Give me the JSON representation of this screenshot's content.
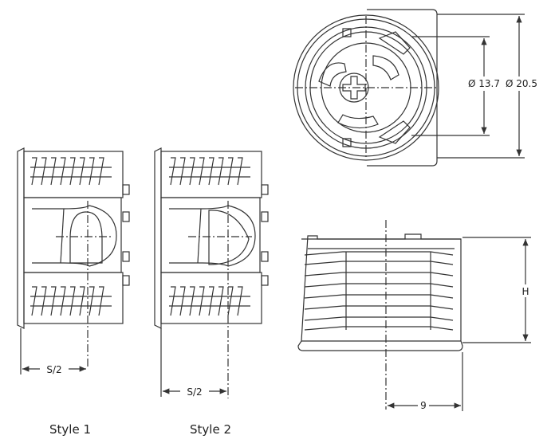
{
  "labels": {
    "style1": "Style 1",
    "style2": "Style 2",
    "s_half_1": "S/2",
    "s_half_2": "S/2",
    "d_inner": "Ø 13.7",
    "d_outer": "Ø 20.5",
    "height": "H",
    "width": "9"
  },
  "colors": {
    "line": "#333333",
    "background": "#ffffff"
  }
}
